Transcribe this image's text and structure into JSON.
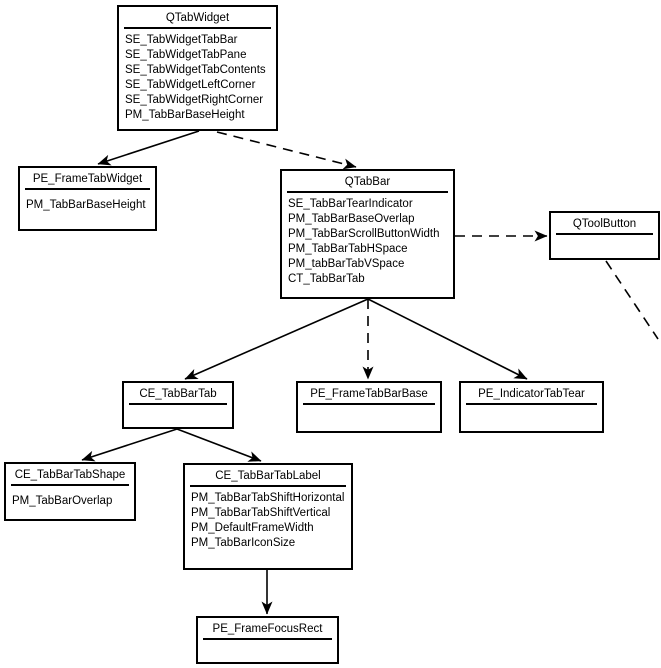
{
  "diagram": {
    "colors": {
      "background": "#ffffff",
      "line": "#000000",
      "text": "#000000"
    },
    "nodes": {
      "qtabwidget": {
        "title": "QTabWidget",
        "items": [
          "SE_TabWidgetTabBar",
          "SE_TabWidgetTabPane",
          "SE_TabWidgetTabContents",
          "SE_TabWidgetLeftCorner",
          "SE_TabWidgetRightCorner",
          "PM_TabBarBaseHeight"
        ]
      },
      "pe_frametabwidget": {
        "title": "PE_FrameTabWidget",
        "items": [
          "PM_TabBarBaseHeight"
        ]
      },
      "qtabbar": {
        "title": "QTabBar",
        "items": [
          "SE_TabBarTearIndicator",
          "PM_TabBarBaseOverlap",
          "PM_TabBarScrollButtonWidth",
          "PM_TabBarTabHSpace",
          "PM_tabBarTabVSpace",
          "CT_TabBarTab"
        ]
      },
      "qtoolbutton": {
        "title": "QToolButton",
        "items": []
      },
      "ce_tabbartab": {
        "title": "CE_TabBarTab",
        "items": []
      },
      "pe_frametabbarbase": {
        "title": "PE_FrameTabBarBase",
        "items": []
      },
      "pe_indicatortabtear": {
        "title": "PE_IndicatorTabTear",
        "items": []
      },
      "ce_tabbartabshape": {
        "title": "CE_TabBarTabShape",
        "items": [
          "PM_TabBarOverlap"
        ]
      },
      "ce_tabbartablabel": {
        "title": "CE_TabBarTabLabel",
        "items": [
          "PM_TabBarTabShiftHorizontal",
          "PM_TabBarTabShiftVertical",
          "PM_DefaultFrameWidth",
          "PM_TabBarIconSize"
        ]
      },
      "pe_framefocusrect": {
        "title": "PE_FrameFocusRect",
        "items": []
      }
    },
    "edges": [
      {
        "from": "QTabWidget",
        "to": "PE_FrameTabWidget",
        "style": "solid",
        "arrow": true
      },
      {
        "from": "QTabWidget",
        "to": "QTabBar",
        "style": "dashed",
        "arrow": true
      },
      {
        "from": "QTabBar",
        "to": "QToolButton",
        "style": "dashed",
        "arrow": true
      },
      {
        "from": "QToolButton",
        "to": "offscreen-bottom-right",
        "style": "dashed",
        "arrow": false
      },
      {
        "from": "QTabBar",
        "to": "CE_TabBarTab",
        "style": "solid",
        "arrow": true
      },
      {
        "from": "QTabBar",
        "to": "PE_FrameTabBarBase",
        "style": "dashed",
        "arrow": true
      },
      {
        "from": "QTabBar",
        "to": "PE_IndicatorTabTear",
        "style": "solid",
        "arrow": true
      },
      {
        "from": "CE_TabBarTab",
        "to": "CE_TabBarTabShape",
        "style": "solid",
        "arrow": true
      },
      {
        "from": "CE_TabBarTab",
        "to": "CE_TabBarTabLabel",
        "style": "solid",
        "arrow": true
      },
      {
        "from": "CE_TabBarTabLabel",
        "to": "PE_FrameFocusRect",
        "style": "solid",
        "arrow": true
      }
    ]
  }
}
